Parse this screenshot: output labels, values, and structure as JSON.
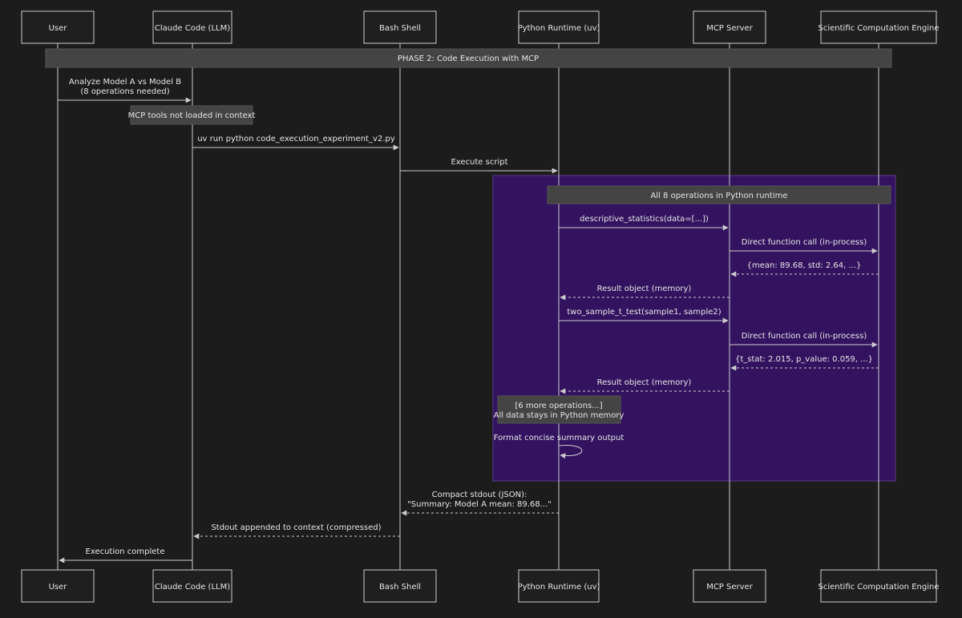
{
  "colors": {
    "background": "#1c1c1c",
    "line": "#cccccc",
    "actor_box_fill": "#1f1f1f",
    "note_fill": "#444444",
    "loop_fill": "#33135f",
    "loop_border": "#5b3a8c"
  },
  "actors": [
    {
      "id": "user",
      "label": "User"
    },
    {
      "id": "claude",
      "label": "Claude Code (LLM)"
    },
    {
      "id": "bash",
      "label": "Bash Shell"
    },
    {
      "id": "python",
      "label": "Python Runtime (uv)"
    },
    {
      "id": "mcp",
      "label": "MCP Server"
    },
    {
      "id": "engine",
      "label": "Scientific Computation Engine"
    }
  ],
  "phase_note": "PHASE 2: Code Execution with MCP",
  "region_note": "All 8 operations in Python runtime",
  "notes": {
    "not_loaded": "MCP tools not loaded in context",
    "more_ops_1": "[6 more operations...]",
    "more_ops_2": "All data stays in Python memory"
  },
  "messages": [
    {
      "id": "m1",
      "from": "user",
      "to": "claude",
      "lines": [
        "Analyze Model A vs Model B",
        "(8 operations needed)"
      ],
      "style": "solid"
    },
    {
      "id": "m2",
      "from": "claude",
      "to": "bash",
      "lines": [
        "uv run python code_execution_experiment_v2.py"
      ],
      "style": "solid"
    },
    {
      "id": "m3",
      "from": "bash",
      "to": "python",
      "lines": [
        "Execute script"
      ],
      "style": "solid"
    },
    {
      "id": "m4",
      "from": "python",
      "to": "mcp",
      "lines": [
        "descriptive_statistics(data=[...])"
      ],
      "style": "solid"
    },
    {
      "id": "m5",
      "from": "mcp",
      "to": "engine",
      "lines": [
        "Direct function call (in-process)"
      ],
      "style": "solid"
    },
    {
      "id": "m6",
      "from": "engine",
      "to": "mcp",
      "lines": [
        "{mean: 89.68, std: 2.64, ...}"
      ],
      "style": "dashed"
    },
    {
      "id": "m7",
      "from": "mcp",
      "to": "python",
      "lines": [
        "Result object (memory)"
      ],
      "style": "dashed"
    },
    {
      "id": "m8",
      "from": "python",
      "to": "mcp",
      "lines": [
        "two_sample_t_test(sample1, sample2)"
      ],
      "style": "solid"
    },
    {
      "id": "m9",
      "from": "mcp",
      "to": "engine",
      "lines": [
        "Direct function call (in-process)"
      ],
      "style": "solid"
    },
    {
      "id": "m10",
      "from": "engine",
      "to": "mcp",
      "lines": [
        "{t_stat: 2.015, p_value: 0.059, ...}"
      ],
      "style": "dashed"
    },
    {
      "id": "m11",
      "from": "mcp",
      "to": "python",
      "lines": [
        "Result object (memory)"
      ],
      "style": "dashed"
    },
    {
      "id": "m12",
      "from": "python",
      "to": "python",
      "lines": [
        "Format concise summary output"
      ],
      "style": "solid"
    },
    {
      "id": "m13",
      "from": "python",
      "to": "bash",
      "lines": [
        "Compact stdout (JSON):",
        "\"Summary: Model A mean: 89.68...\""
      ],
      "style": "dashed"
    },
    {
      "id": "m14",
      "from": "bash",
      "to": "claude",
      "lines": [
        "Stdout appended to context (compressed)"
      ],
      "style": "dashed"
    },
    {
      "id": "m15",
      "from": "claude",
      "to": "user",
      "lines": [
        "Execution complete"
      ],
      "style": "solid"
    }
  ]
}
